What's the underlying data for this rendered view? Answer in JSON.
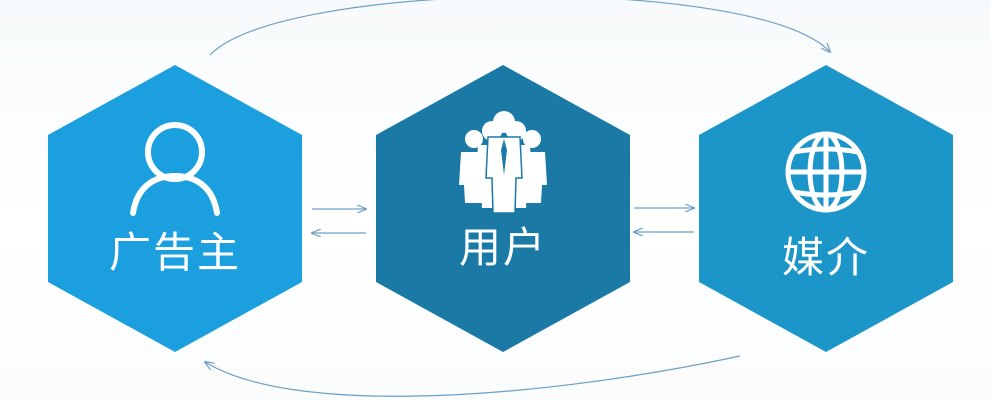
{
  "nodes": [
    {
      "id": "advertiser",
      "label": "广告主",
      "icon": "person-icon",
      "color": "#1b9fdf"
    },
    {
      "id": "user",
      "label": "用户",
      "icon": "group-icon",
      "color": "#1a7aa5"
    },
    {
      "id": "media",
      "label": "媒介",
      "icon": "globe-icon",
      "color": "#1c96c9"
    }
  ],
  "colors": {
    "arrow": "#6f9fc4",
    "background": "#ffffff"
  }
}
